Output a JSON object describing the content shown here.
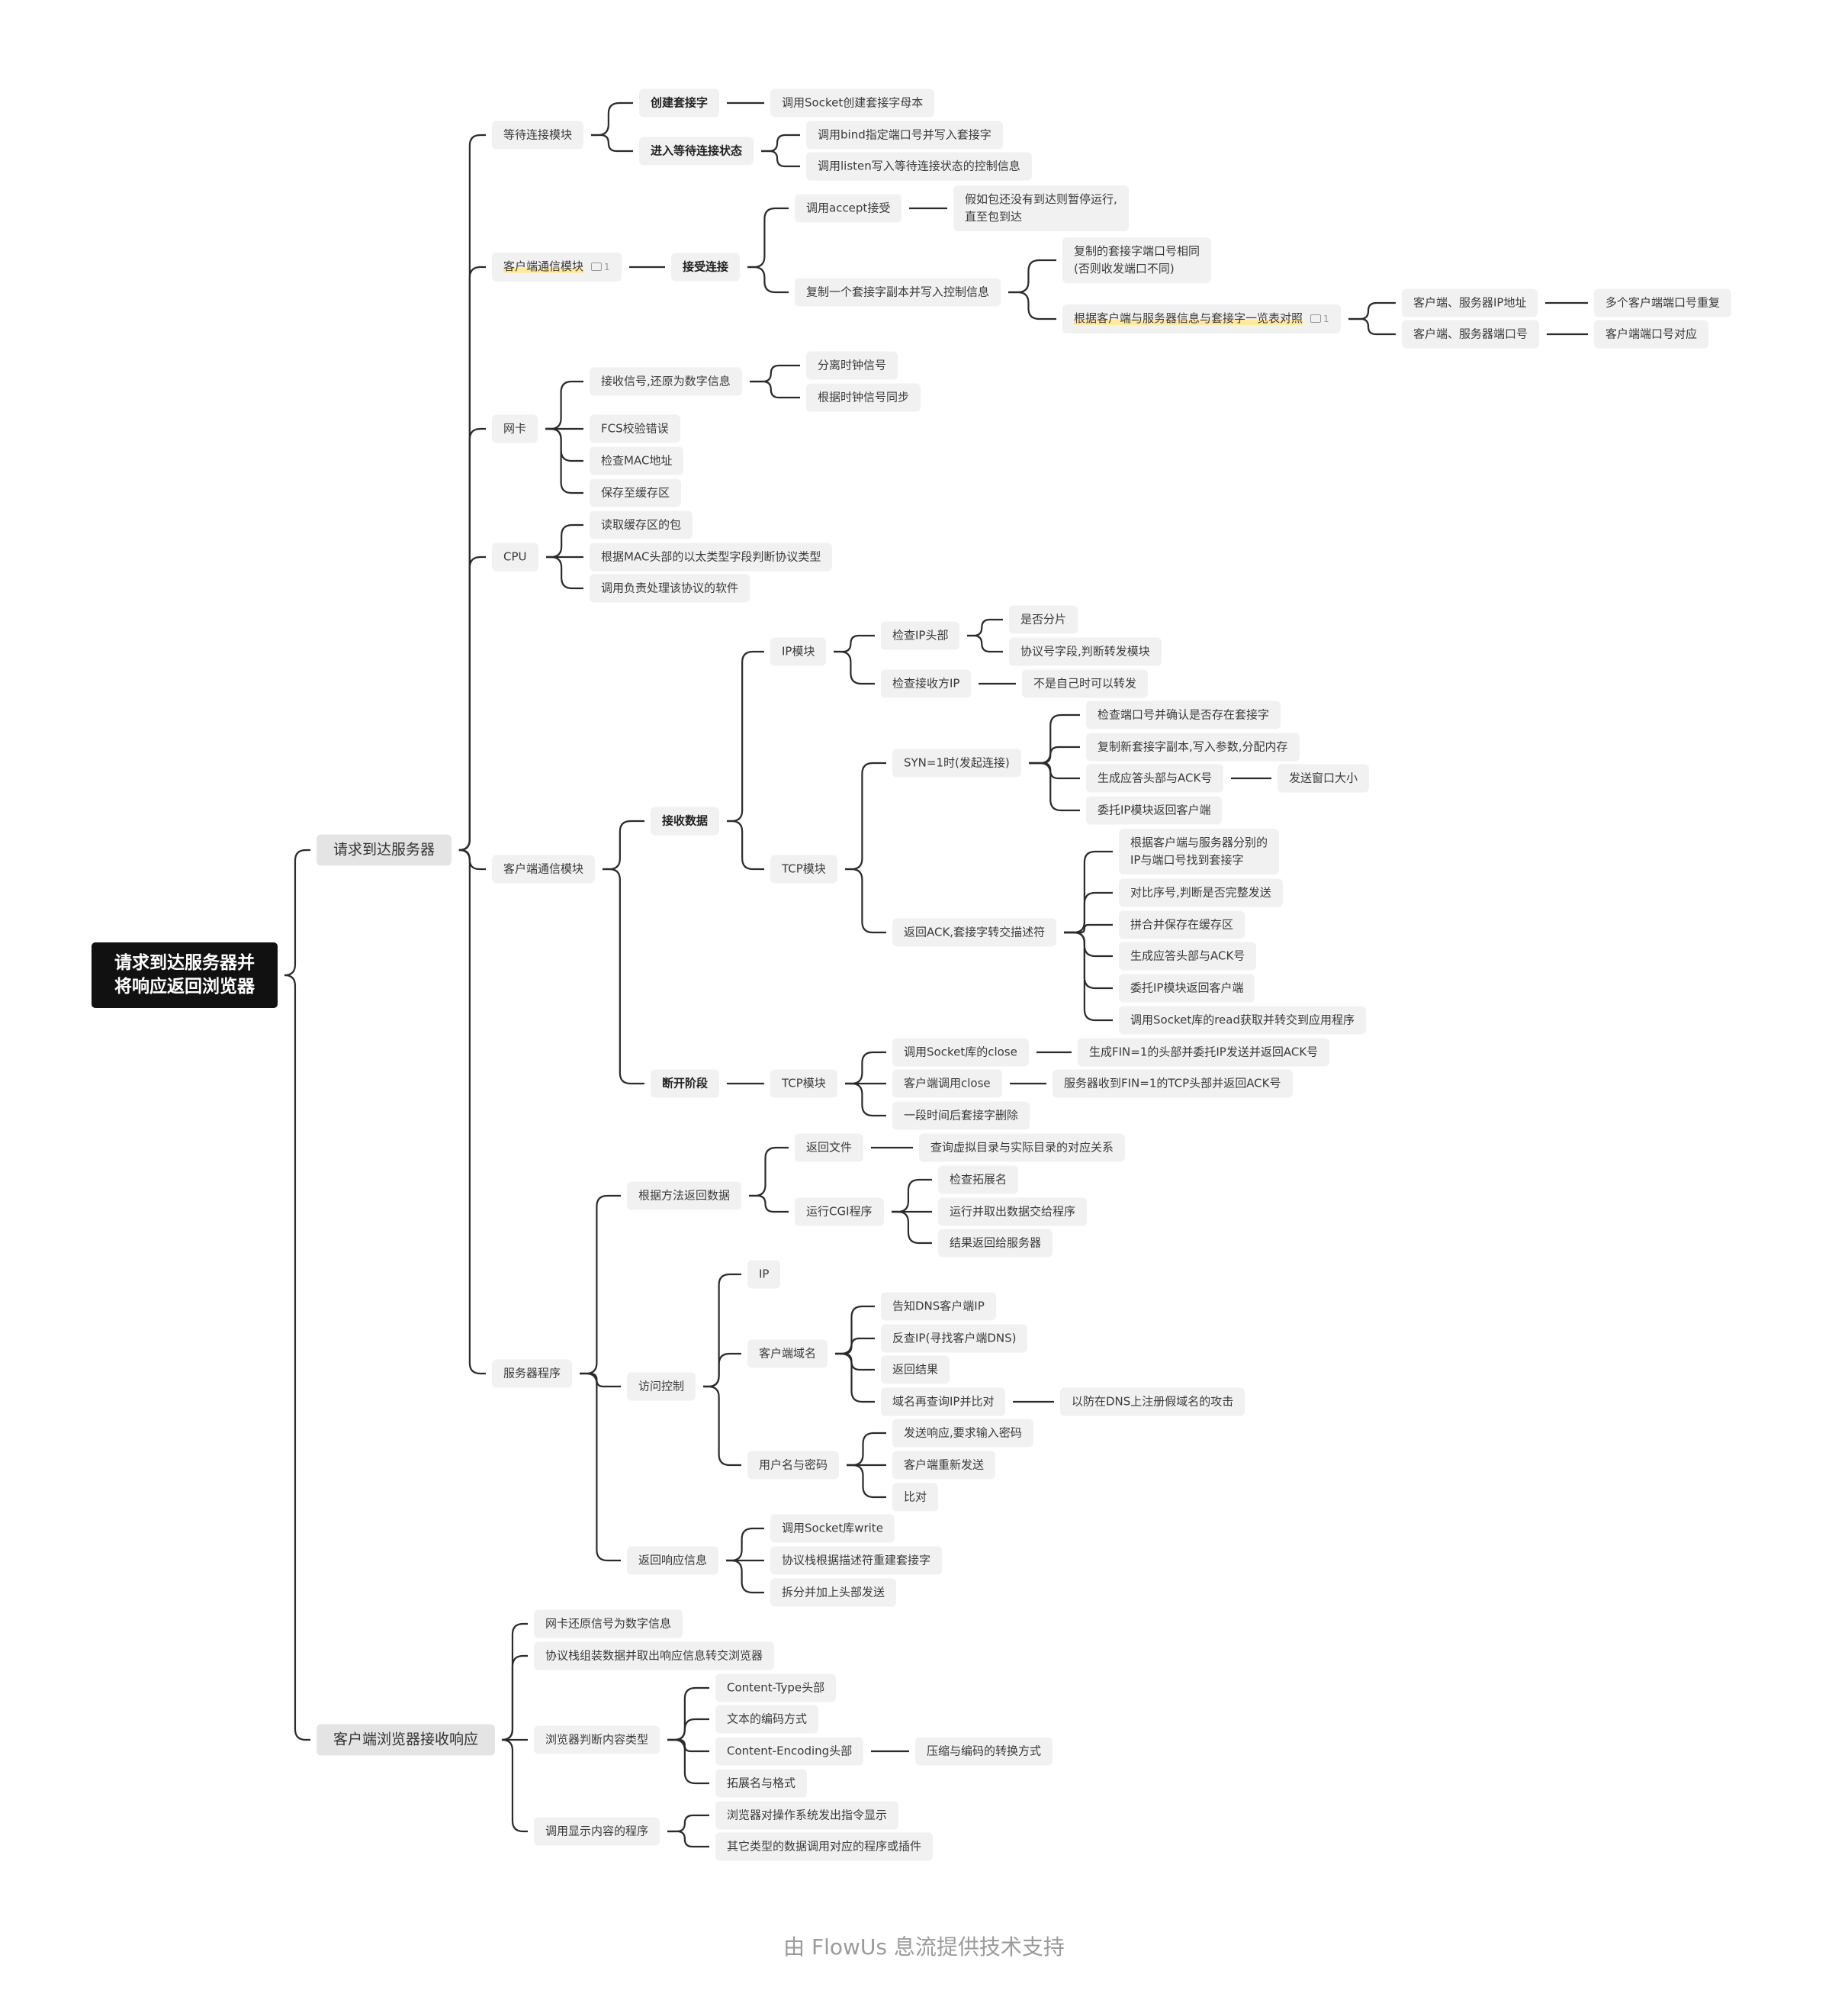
{
  "footer": "由 FlowUs 息流提供技术支持",
  "tree": {
    "label": "请求到达服务器并\n将响应返回浏览器",
    "children": [
      {
        "label": "请求到达服务器",
        "children": [
          {
            "label": "等待连接模块",
            "children": [
              {
                "label": "创建套接字",
                "bold": true,
                "children": [
                  {
                    "label": "调用Socket创建套接字母本"
                  }
                ]
              },
              {
                "label": "进入等待连接状态",
                "bold": true,
                "children": [
                  {
                    "label": "调用bind指定端口号并写入套接字"
                  },
                  {
                    "label": "调用listen写入等待连接状态的控制信息"
                  }
                ]
              }
            ]
          },
          {
            "label": "客户端通信模块",
            "highlight": true,
            "comment": "1",
            "children": [
              {
                "label": "接受连接",
                "bold": true,
                "children": [
                  {
                    "label": "调用accept接受",
                    "children": [
                      {
                        "label": "假如包还没有到达则暂停运行,\n直至包到达"
                      }
                    ]
                  },
                  {
                    "label": "复制一个套接字副本并写入控制信息",
                    "children": [
                      {
                        "label": "复制的套接字端口号相同\n(否则收发端口不同)"
                      },
                      {
                        "label": "根据客户端与服务器信息与套接字一览表对照",
                        "highlight": true,
                        "comment": "1",
                        "children": [
                          {
                            "label": "客户端、服务器IP地址",
                            "children": [
                              {
                                "label": "多个客户端端口号重复"
                              }
                            ]
                          },
                          {
                            "label": "客户端、服务器端口号",
                            "children": [
                              {
                                "label": "客户端端口号对应"
                              }
                            ]
                          }
                        ]
                      }
                    ]
                  }
                ]
              }
            ]
          },
          {
            "label": "网卡",
            "children": [
              {
                "label": "接收信号,还原为数字信息",
                "children": [
                  {
                    "label": "分离时钟信号"
                  },
                  {
                    "label": "根据时钟信号同步"
                  }
                ]
              },
              {
                "label": "FCS校验错误"
              },
              {
                "label": "检查MAC地址"
              },
              {
                "label": "保存至缓存区"
              }
            ]
          },
          {
            "label": "CPU",
            "children": [
              {
                "label": "读取缓存区的包"
              },
              {
                "label": "根据MAC头部的以太类型字段判断协议类型"
              },
              {
                "label": "调用负责处理该协议的软件"
              }
            ]
          },
          {
            "label": "客户端通信模块",
            "children": [
              {
                "label": "接收数据",
                "bold": true,
                "children": [
                  {
                    "label": "IP模块",
                    "children": [
                      {
                        "label": "检查IP头部",
                        "children": [
                          {
                            "label": "是否分片"
                          },
                          {
                            "label": "协议号字段,判断转发模块"
                          }
                        ]
                      },
                      {
                        "label": "检查接收方IP",
                        "children": [
                          {
                            "label": "不是自己时可以转发"
                          }
                        ]
                      }
                    ]
                  },
                  {
                    "label": "TCP模块",
                    "children": [
                      {
                        "label": "SYN=1时(发起连接)",
                        "children": [
                          {
                            "label": "检查端口号并确认是否存在套接字"
                          },
                          {
                            "label": "复制新套接字副本,写入参数,分配内存"
                          },
                          {
                            "label": "生成应答头部与ACK号",
                            "children": [
                              {
                                "label": "发送窗口大小"
                              }
                            ]
                          },
                          {
                            "label": "委托IP模块返回客户端"
                          }
                        ]
                      },
                      {
                        "label": "返回ACK,套接字转交描述符",
                        "children": [
                          {
                            "label": "根据客户端与服务器分别的\nIP与端口号找到套接字"
                          },
                          {
                            "label": "对比序号,判断是否完整发送"
                          },
                          {
                            "label": "拼合并保存在缓存区"
                          },
                          {
                            "label": "生成应答头部与ACK号"
                          },
                          {
                            "label": "委托IP模块返回客户端"
                          },
                          {
                            "label": "调用Socket库的read获取并转交到应用程序"
                          }
                        ]
                      }
                    ]
                  }
                ]
              },
              {
                "label": "断开阶段",
                "bold": true,
                "children": [
                  {
                    "label": "TCP模块",
                    "children": [
                      {
                        "label": "调用Socket库的close",
                        "children": [
                          {
                            "label": "生成FIN=1的头部并委托IP发送并返回ACK号"
                          }
                        ]
                      },
                      {
                        "label": "客户端调用close",
                        "children": [
                          {
                            "label": "服务器收到FIN=1的TCP头部并返回ACK号"
                          }
                        ]
                      },
                      {
                        "label": "一段时间后套接字删除"
                      }
                    ]
                  }
                ]
              }
            ]
          },
          {
            "label": "服务器程序",
            "children": [
              {
                "label": "根据方法返回数据",
                "children": [
                  {
                    "label": "返回文件",
                    "children": [
                      {
                        "label": "查询虚拟目录与实际目录的对应关系"
                      }
                    ]
                  },
                  {
                    "label": "运行CGI程序",
                    "children": [
                      {
                        "label": "检查拓展名"
                      },
                      {
                        "label": "运行并取出数据交给程序"
                      },
                      {
                        "label": "结果返回给服务器"
                      }
                    ]
                  }
                ]
              },
              {
                "label": "访问控制",
                "children": [
                  {
                    "label": "IP"
                  },
                  {
                    "label": "客户端域名",
                    "children": [
                      {
                        "label": "告知DNS客户端IP"
                      },
                      {
                        "label": "反查IP(寻找客户端DNS)"
                      },
                      {
                        "label": "返回结果"
                      },
                      {
                        "label": "域名再查询IP并比对",
                        "children": [
                          {
                            "label": "以防在DNS上注册假域名的攻击"
                          }
                        ]
                      }
                    ]
                  },
                  {
                    "label": "用户名与密码",
                    "children": [
                      {
                        "label": "发送响应,要求输入密码"
                      },
                      {
                        "label": "客户端重新发送"
                      },
                      {
                        "label": "比对"
                      }
                    ]
                  }
                ]
              },
              {
                "label": "返回响应信息",
                "children": [
                  {
                    "label": "调用Socket库write"
                  },
                  {
                    "label": "协议栈根据描述符重建套接字"
                  },
                  {
                    "label": "拆分并加上头部发送"
                  }
                ]
              }
            ]
          }
        ]
      },
      {
        "label": "客户端浏览器接收响应",
        "children": [
          {
            "label": "网卡还原信号为数字信息"
          },
          {
            "label": "协议栈组装数据并取出响应信息转交浏览器"
          },
          {
            "label": "浏览器判断内容类型",
            "children": [
              {
                "label": "Content-Type头部"
              },
              {
                "label": "文本的编码方式"
              },
              {
                "label": "Content-Encoding头部",
                "children": [
                  {
                    "label": "压缩与编码的转换方式"
                  }
                ]
              },
              {
                "label": "拓展名与格式"
              }
            ]
          },
          {
            "label": "调用显示内容的程序",
            "children": [
              {
                "label": "浏览器对操作系统发出指令显示"
              },
              {
                "label": "其它类型的数据调用对应的程序或插件"
              }
            ]
          }
        ]
      }
    ]
  }
}
